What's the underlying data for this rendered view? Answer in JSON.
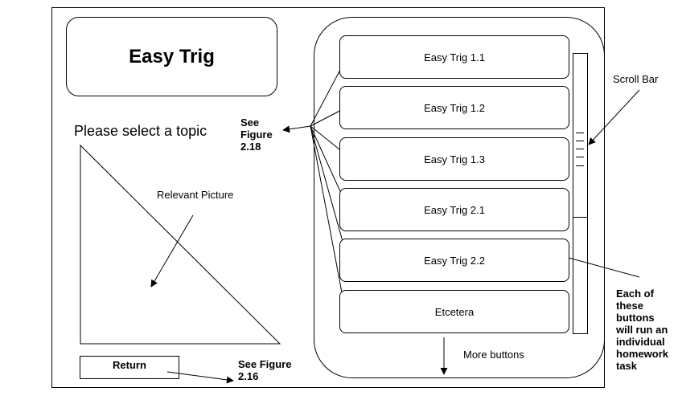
{
  "app_title": "Easy Trig",
  "prompt": "Please select a topic",
  "picture_label": "Relevant Picture",
  "topic_buttons": [
    "Easy Trig 1.1",
    "Easy Trig 1.2",
    "Easy Trig 1.3",
    "Easy Trig 2.1",
    "Easy Trig 2.2",
    "Etcetera"
  ],
  "return_label": "Return",
  "more_buttons_label": "More buttons",
  "annotations": {
    "scroll_bar": "Scroll Bar",
    "see_figure_218": [
      "See",
      "Figure",
      "2.18"
    ],
    "see_figure_216": [
      "See Figure",
      "2.16"
    ],
    "buttons_note": [
      "Each of",
      "these",
      "buttons",
      "will run an",
      "individual",
      "homework",
      "task"
    ]
  }
}
